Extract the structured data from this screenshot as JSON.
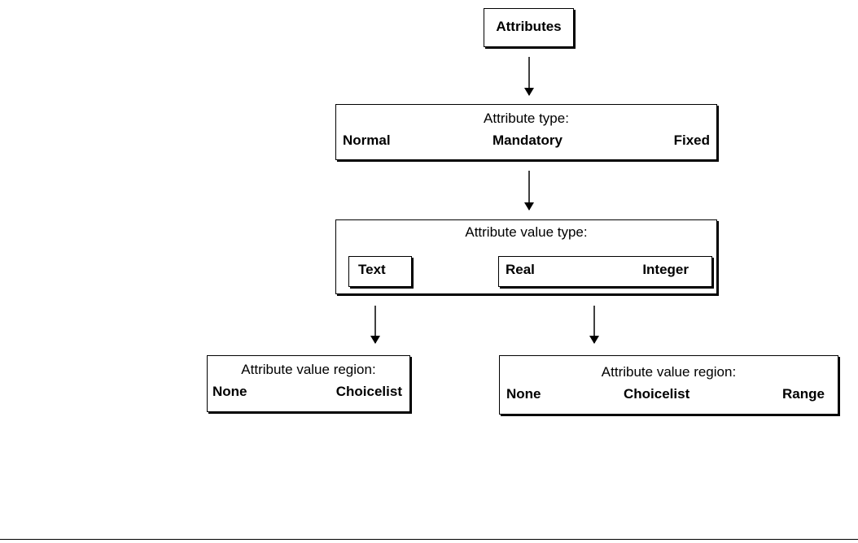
{
  "root": {
    "label": "Attributes"
  },
  "attribute_type": {
    "title": "Attribute type:",
    "options": [
      "Normal",
      "Mandatory",
      "Fixed"
    ]
  },
  "attribute_value_type": {
    "title": "Attribute value type:",
    "text_option": "Text",
    "numeric_options": [
      "Real",
      "Integer"
    ]
  },
  "text_value_region": {
    "title": "Attribute value region:",
    "options": [
      "None",
      "Choicelist"
    ]
  },
  "numeric_value_region": {
    "title": "Attribute value region:",
    "options": [
      "None",
      "Choicelist",
      "Range"
    ]
  }
}
